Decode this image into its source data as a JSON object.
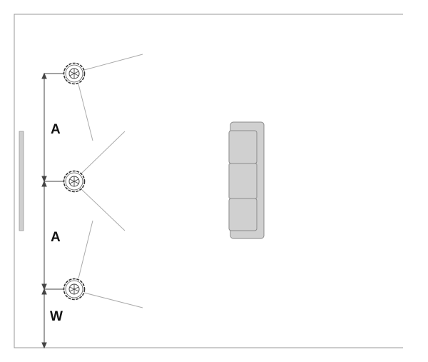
{
  "labels": {
    "spacing_1": "A",
    "spacing_2": "A",
    "wall_distance": "W"
  },
  "colors": {
    "line": "#999999",
    "furniture": "#d0d0d0",
    "furniture_stroke": "#8a8a8a",
    "speaker": "#333333"
  },
  "speaker_icon": "ceiling-speaker-icon"
}
